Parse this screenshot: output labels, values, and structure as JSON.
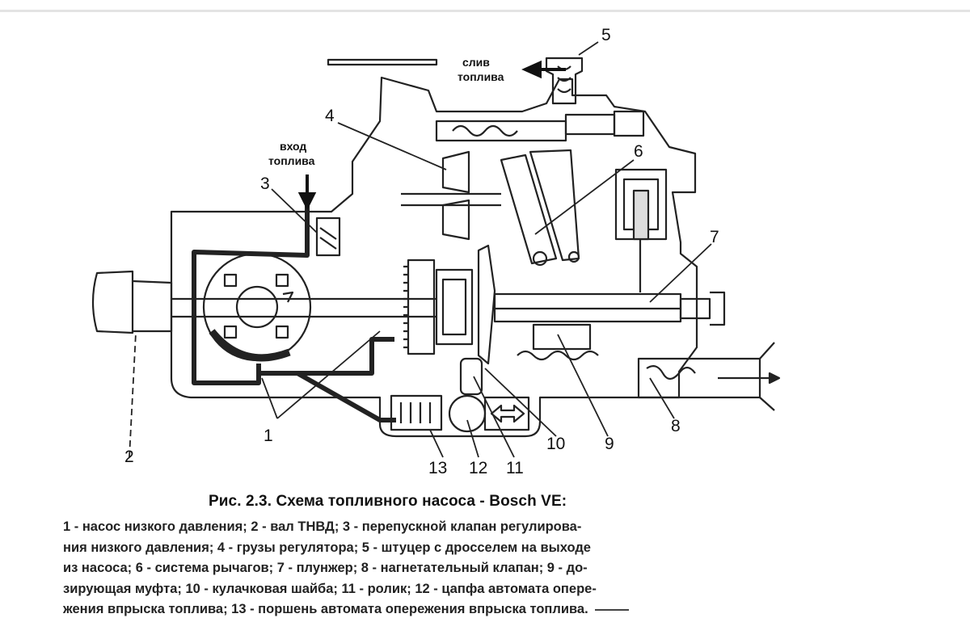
{
  "callouts": {
    "n1": "1",
    "n2": "2",
    "n3": "3",
    "n4": "4",
    "n5": "5",
    "n6": "6",
    "n7": "7",
    "n8": "8",
    "n9": "9",
    "n10": "10",
    "n11": "11",
    "n12": "12",
    "n13": "13"
  },
  "labels": {
    "drain_line1": "слив",
    "drain_line2": "топлива",
    "inlet_line1": "вход",
    "inlet_line2": "топлива"
  },
  "caption": {
    "title": "Рис. 2.3. Схема топливного насоса - Bosch VE:",
    "lines": [
      "1 - насос низкого давления; 2 - вал ТНВД; 3 - перепускной клапан регулирова-",
      "ния низкого давления; 4 - грузы регулятора; 5 - штуцер с дросселем на выходе",
      "из насоса; 6 - система рычагов; 7 - плунжер; 8 - нагнетательный клапан; 9 - до-",
      "зирующая муфта; 10 - кулачковая шайба; 11 - ролик; 12 - цапфа автомата опере-",
      "жения впрыска топлива; 13 - поршень автомата опережения впрыска топлива."
    ]
  }
}
